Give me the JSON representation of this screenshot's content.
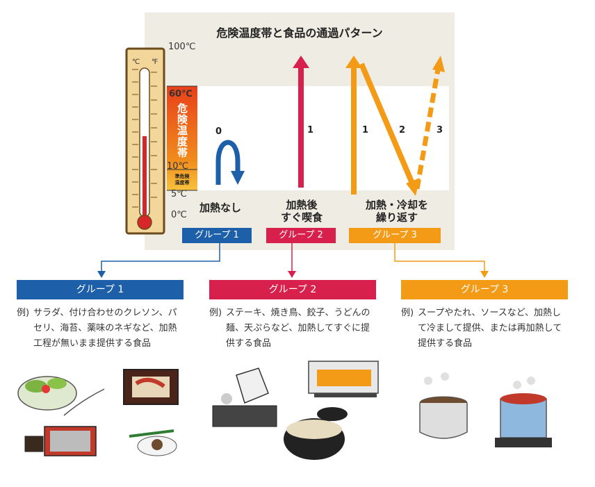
{
  "panel": {
    "title": "危険温度帯と食品の通過パターン",
    "thermometer": {
      "temps": [
        "100℃",
        "60℃",
        "10℃",
        "5℃",
        "0℃"
      ],
      "unit_c": "℃",
      "unit_f": "℉",
      "danger_zone": "危険温度帯",
      "semi_danger": [
        "準危険",
        "温度帯"
      ]
    },
    "patterns": [
      {
        "labels": [
          "0"
        ],
        "caption": [
          "加熱なし"
        ],
        "tag": "グループ 1"
      },
      {
        "labels": [
          "1"
        ],
        "caption": [
          "加熱後",
          "すぐ喫食"
        ],
        "tag": "グループ 2"
      },
      {
        "labels": [
          "1",
          "2",
          "3"
        ],
        "caption": [
          "加熱・冷却を",
          "繰り返す"
        ],
        "tag": "グループ 3"
      }
    ]
  },
  "groups": [
    {
      "title": "グループ 1",
      "example_prefix": "例)",
      "lines": [
        "サラダ、付け合わせのクレソン、パ",
        "セリ、海苔、薬味のネギなど、加熱",
        "工程が無いまま提供する食品"
      ]
    },
    {
      "title": "グループ 2",
      "example_prefix": "例)",
      "lines": [
        "ステーキ、焼き鳥、餃子、うどんの",
        "麺、天ぷらなど、加熱してすぐに提",
        "供する食品"
      ]
    },
    {
      "title": "グループ 3",
      "example_prefix": "例)",
      "lines": [
        "スープやたれ、ソースなど、加熱し",
        "て冷まして提供、または再加熱して",
        "提供する食品"
      ]
    }
  ],
  "colors": {
    "group1": "#1d5fa8",
    "group2": "#d8204d",
    "group3": "#f39b16",
    "danger": "#e8401a",
    "panel_bg": "#efece3"
  },
  "icons": [
    "thermometer-icon",
    "salad-icon",
    "sashimi-box-icon",
    "grill-icon",
    "toaster-oven-icon",
    "miso-soup-icon",
    "soup-pot-icon",
    "boiling-pot-icon"
  ]
}
